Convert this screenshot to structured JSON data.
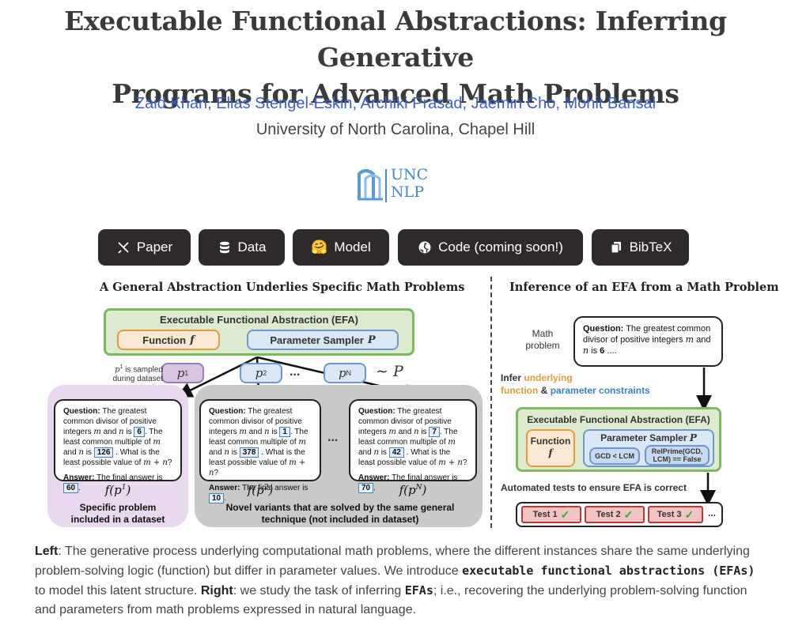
{
  "title_line1": "Executable Functional Abstractions: Inferring Generative",
  "title_line2": "Programs for Advanced Math Problems",
  "authors": [
    "Zaid Khan",
    "Elias Stengel-Eskin",
    "Archiki Prasad",
    "Jaemin Cho",
    "Mohit Bansal"
  ],
  "author_sep": ",",
  "affiliation": "University of North Carolina, Chapel Hill",
  "logo": {
    "line1": "UNC",
    "line2": "NLP"
  },
  "buttons": [
    {
      "label": "Paper",
      "icon": "paper-icon"
    },
    {
      "label": "Data",
      "icon": "database-icon"
    },
    {
      "label": "Model",
      "icon": "hugging-face-emoji",
      "emoji": "🤗"
    },
    {
      "label": "Code (coming soon!)",
      "icon": "github-icon"
    },
    {
      "label": "BibTeX",
      "icon": "copy-icon"
    }
  ],
  "figure": {
    "left_title": "A General Abstraction Underlies Specific Math Problems",
    "right_title": "Inference of an EFA from a Math Problem",
    "efa_title": "Executable Functional Abstraction (EFA)",
    "function_label": "Function",
    "function_var": "f",
    "sampler_label": "Parameter Sampler",
    "sampler_var": "P",
    "p1": "p",
    "p1_sup": "1",
    "p2_sup": "2",
    "pN_sup": "N",
    "ellipsis": "...",
    "tilde_p": "∼ P",
    "sampled_note_a": "is sampled",
    "sampled_note_b": "during dataset construction",
    "cards": [
      {
        "gcd": "6",
        "lcm": "126",
        "answer": "60",
        "f_sup": "1"
      },
      {
        "gcd": "1",
        "lcm": "378",
        "answer": "10",
        "f_sup": "2"
      },
      {
        "gcd": "7",
        "lcm": "42",
        "answer": "70",
        "f_sup": "N"
      }
    ],
    "card_q_prefix": "Question:",
    "card_q1": "The greatest common divisor of positive integers",
    "card_q_and": "and",
    "card_q_is": "is",
    "card_q_lcm": ". The least common multiple of",
    "card_q_end": "What is the least possible value of",
    "card_answer_prefix": "Answer:",
    "card_answer_text": "The final answer is",
    "left_caption": "Specific problem included in a dataset",
    "mid_caption": "Novel variants that are solved by the same general technique (not included in dataset)",
    "math_problem_label": "Math problem",
    "rq_prefix": "Question:",
    "rq_text": "The greatest common divisor of positive integers",
    "rq_and": "and",
    "rq_is": "is",
    "rq_val": "6",
    "rq_tail": "....",
    "infer_prefix": "Infer",
    "infer_underlying": "underlying",
    "infer_function": "function",
    "infer_amp": "&",
    "infer_params": "parameter constraints",
    "r_efa_title": "Executable Functional Abstraction (EFA)",
    "r_function": "Function",
    "r_sampler": "Parameter Sampler",
    "r_c1": "GCD < LCM",
    "r_c2": "RelPrime(GCD, LCM) == False",
    "auto_tests": "Automated tests to ensure EFA is correct",
    "tests": [
      "Test 1",
      "Test 2",
      "Test 3"
    ],
    "tests_more": "...",
    "colors": {
      "green": "#7cb860",
      "orange": "#e59a3c",
      "blue": "#6d98cf",
      "purple": "#9a7ab5",
      "red": "#b73838"
    }
  },
  "caption": {
    "left_bold": "Left",
    "part1": ": The generative process underlying computational math problems, where the different instances share the same underlying problem-solving logic (function) but differ in parameter values. We introduce ",
    "code1": "executable functional abstractions (EFAs)",
    "part2": " to model this latent structure. ",
    "right_bold": "Right",
    "part3": ": we study the task of inferring ",
    "code2": "EFAs",
    "part4": "; i.e., recovering the underlying problem-solving function and parameters from math problems expressed in natural language."
  }
}
